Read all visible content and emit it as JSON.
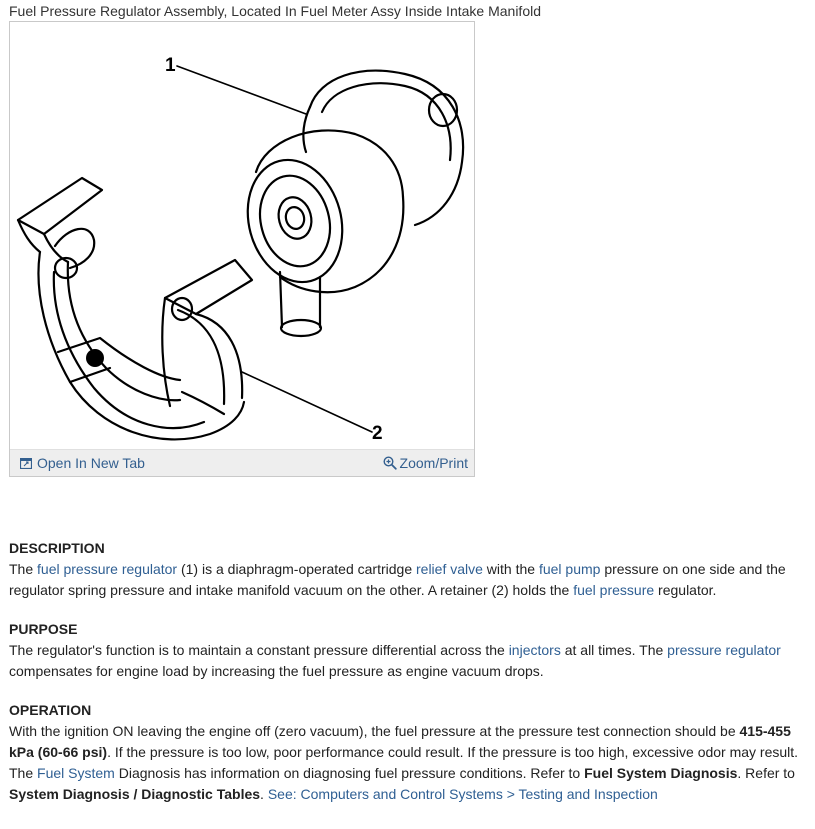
{
  "caption": "Fuel Pressure Regulator Assembly, Located In Fuel Meter Assy Inside Intake Manifold",
  "figure": {
    "callout_1": "1",
    "callout_2": "2",
    "open_tab_label": "Open In New Tab",
    "zoom_label": "Zoom/Print",
    "open_tab_icon": "open-in-new-tab-icon",
    "zoom_icon": "zoom-in-icon"
  },
  "sections": {
    "description": {
      "heading": "DESCRIPTION",
      "t1": " The ",
      "l1": "fuel pressure regulator",
      "t2": " (1) is a diaphragm-operated cartridge ",
      "l2": "relief valve",
      "t3": " with the ",
      "l3": "fuel pump",
      "t4": " pressure on one side and the regulator spring pressure and intake manifold vacuum on the other. A retainer (2) holds the ",
      "l4": "fuel pressure",
      "t5": " regulator."
    },
    "purpose": {
      "heading": "PURPOSE",
      "t1": " The regulator's function is to maintain a constant pressure differential across the ",
      "l1": "injectors",
      "t2": " at all times. The ",
      "l2": "pressure regulator",
      "t3": " compensates for engine load by increasing the fuel pressure as engine vacuum drops."
    },
    "operation": {
      "heading": "OPERATION",
      "t1": " With the ignition ON leaving the engine off (zero vacuum), the fuel pressure at the pressure test connection should be ",
      "b1": "415-455 kPa (60-66 psi)",
      "t2": ". If the pressure is too low, poor performance could result. If the pressure is too high, excessive odor may result. The ",
      "l1": "Fuel System",
      "t3": " Diagnosis has information on diagnosing fuel pressure conditions. Refer to ",
      "b2": "Fuel System Diagnosis",
      "t4": ". Refer to ",
      "b3": "System Diagnosis / Diagnostic Tables",
      "t5": ". ",
      "l2": "See: Computers and Control Systems > Testing and Inspection"
    }
  },
  "colors": {
    "link": "#2f5f93",
    "text": "#222222",
    "bar_bg": "#eeeeee"
  }
}
